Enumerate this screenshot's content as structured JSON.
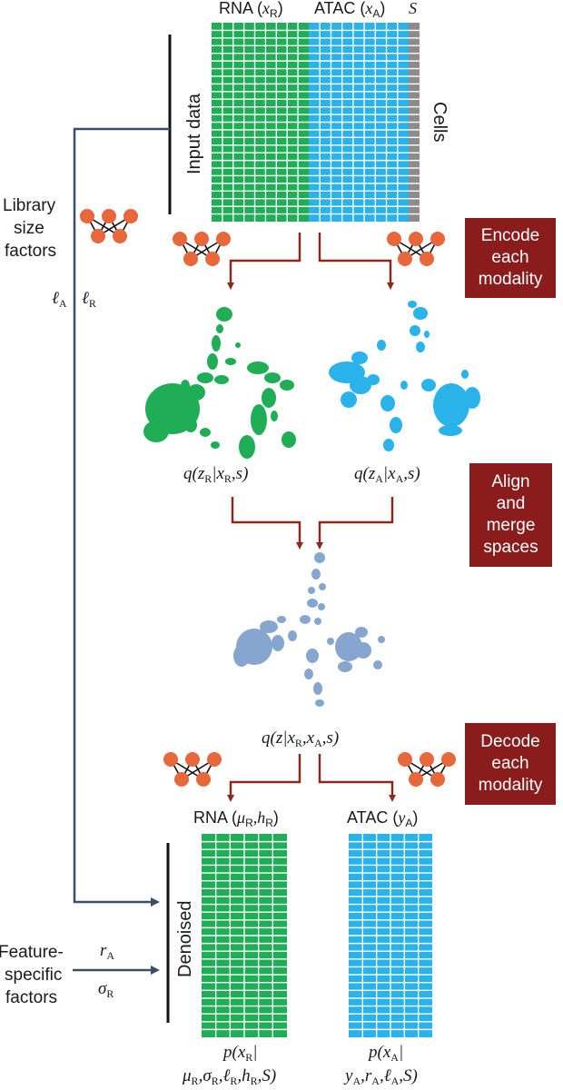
{
  "colors": {
    "rna": "#1fad55",
    "atac": "#29b3ea",
    "merged": "#86a6cf",
    "size_factor_column": "#8c8c8c",
    "arrow_dark_red": "#8a2a1e",
    "step_box": "#8a1c1c",
    "flow_line": "#3a4e68",
    "network_node": "#e8673b"
  },
  "icons": {
    "network": "neural-network-icon"
  },
  "input": {
    "rna_label": "RNA (",
    "rna_var": "x",
    "rna_sub": "R",
    "atac_label": "ATAC (",
    "atac_var": "x",
    "atac_sub": "A",
    "s_label": "S",
    "side_label": "Input data",
    "cells_label": "Cells"
  },
  "left": {
    "library_line1": "Library",
    "library_line2": "size",
    "library_line3": "factors",
    "ell": "ℓ",
    "sub_a": "A",
    "sub_r": "R",
    "feature_line1": "Feature-",
    "feature_line2": "specific",
    "feature_line3": "factors",
    "r_var": "r",
    "r_sub": "A",
    "sigma_var": "σ",
    "sigma_sub": "R"
  },
  "steps": {
    "encode": [
      "Encode",
      "each",
      "modality"
    ],
    "align": [
      "Align",
      "and",
      "merge",
      "spaces"
    ],
    "decode": [
      "Decode",
      "each",
      "modality"
    ]
  },
  "latent": {
    "rna_q": "q(z",
    "rna_q_sub1": "R",
    "rna_q_mid": "|x",
    "rna_q_sub2": "R",
    "rna_q_end": ",s)",
    "atac_q": "q(z",
    "atac_q_sub1": "A",
    "atac_q_mid": "|x",
    "atac_q_sub2": "A",
    "atac_q_end": ",s)",
    "merged_q": "q(z|x",
    "merged_q_sub1": "R",
    "merged_q_mid": ",x",
    "merged_q_sub2": "A",
    "merged_q_end": ",s)"
  },
  "output": {
    "rna_label": "RNA (",
    "rna_mu": "μ",
    "rna_mu_sub": "R",
    "rna_h": ",h",
    "rna_h_sub": "R",
    "atac_label": "ATAC (",
    "atac_y": "y",
    "atac_y_sub": "A",
    "denoised_label": "Denoised",
    "rna_p_line1": "p(x",
    "rna_p_line1_sub": "R",
    "rna_p_line2": "μ",
    "rna_p_line2_rest": ",σ",
    "rna_p_line2_rest2": ",ℓ",
    "rna_p_line2_rest3": ",h",
    "rna_p_line2_end": ",S)",
    "atac_p_line1": "p(x",
    "atac_p_line1_sub": "A",
    "atac_p_line2": "y",
    "atac_p_line2_rest": ",r",
    "atac_p_line2_rest2": ",ℓ",
    "atac_p_line2_end": ",S)"
  }
}
